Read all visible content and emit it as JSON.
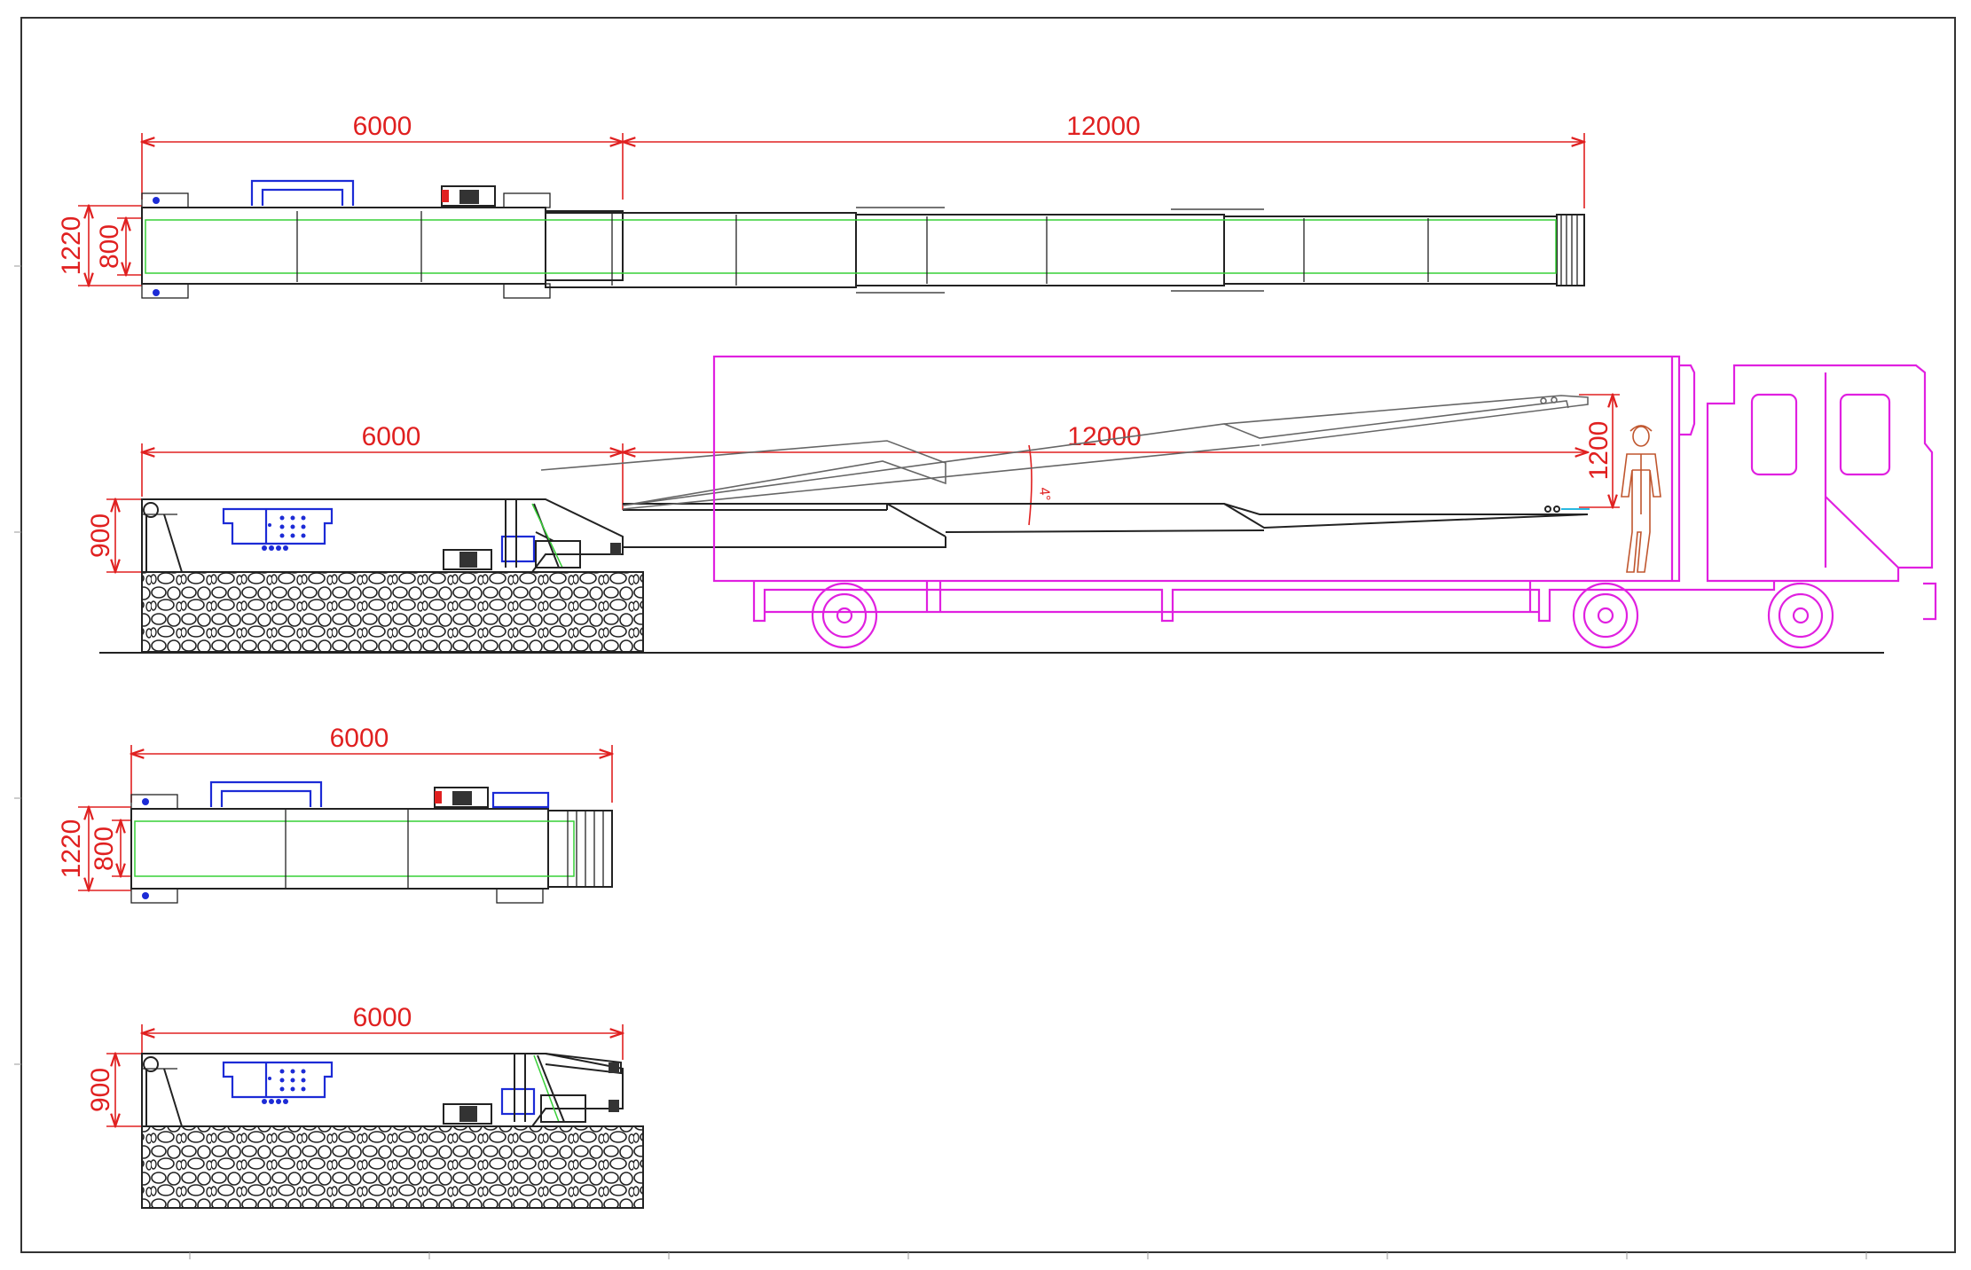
{
  "drawing": {
    "colors": {
      "frame": "#222222",
      "dimension": "#e02020",
      "belt": "#37d037",
      "equipment": "#1c2bd6",
      "truck": "#e020e0",
      "person": "#c0562e"
    },
    "views": {
      "top_extended": {
        "dim_base": "6000",
        "dim_extension": "12000",
        "dim_width_outer": "1220",
        "dim_width_belt": "800"
      },
      "side_extended": {
        "dim_base": "6000",
        "dim_extension": "12000",
        "dim_height": "900",
        "dim_lift": "1200",
        "angle": "4°"
      },
      "top_retracted": {
        "dim_base": "6000",
        "dim_width_outer": "1220",
        "dim_width_belt": "800"
      },
      "side_retracted": {
        "dim_base": "6000",
        "dim_height": "900"
      }
    }
  }
}
